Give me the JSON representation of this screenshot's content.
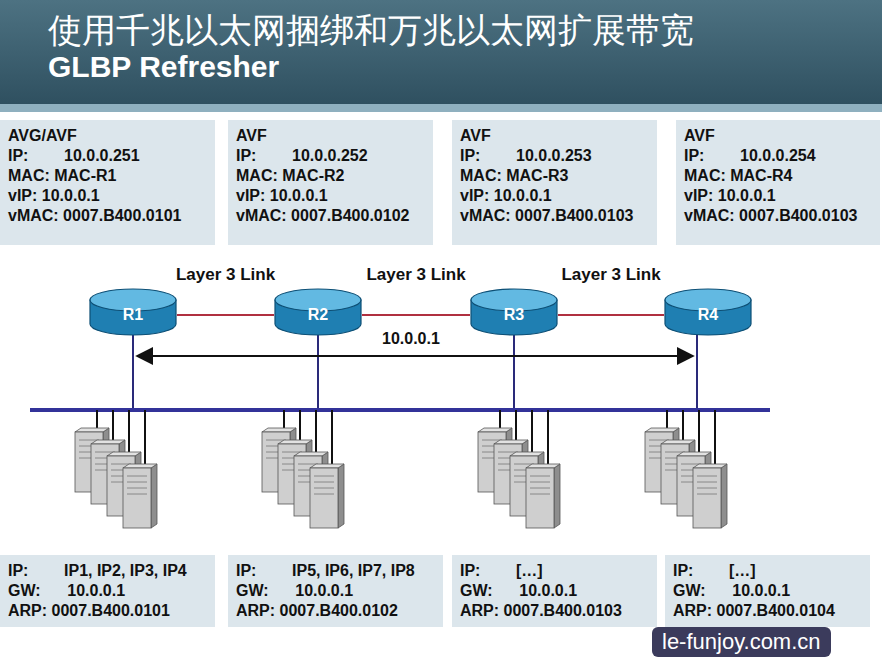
{
  "diagram": {
    "title": "使用千兆以太网捆绑和万兆以太网扩展带宽",
    "nodes": [
      {
        "text": [
          "AVG/AVF",
          "IP:        10.0.0.251",
          "MAC: MAC-R1",
          "vIP: 10.0.0.1",
          "vMAC: 0007.B400.0101"
        ]
      },
      {
        "text": [
          "AVF",
          "IP:        10.0.0.252",
          "MAC: MAC-R2",
          "vIP: 10.0.0.1",
          "vMAC: 0007.B400.0102"
        ]
      },
      {
        "text": [
          "AVF",
          "IP:        10.0.0.253",
          "MAC: MAC-R3",
          "vIP: 10.0.0.1",
          "vMAC: 0007.B400.0103"
        ]
      },
      {
        "text": [
          "AVF",
          "IP:        10.0.0.254",
          "MAC: MAC-R4",
          "vIP: 10.0.0.1",
          "vMAC: 0007.B400.0103"
        ]
      },
      {
        "text": [
          "R1"
        ]
      },
      {
        "text": [
          "R2"
        ]
      },
      {
        "text": [
          "R3"
        ]
      },
      {
        "text": [
          "R4"
        ]
      },
      {
        "text": [
          "IP:        IP1, IP2, IP3, IP4",
          "GW:      10.0.0.1",
          "ARP: 0007.B400.0101"
        ]
      },
      {
        "text": [
          "IP:        IP5, IP6, IP7, IP8",
          "GW:      10.0.0.1",
          "ARP: 0007.B400.0102"
        ]
      },
      {
        "text": [
          "IP:        […]",
          "GW:      10.0.0.1",
          "ARP: 0007.B400.0103"
        ]
      },
      {
        "text": [
          "IP:        […]",
          "GW:      10.0.0.1",
          "ARP: 0007.B400.0104"
        ]
      }
    ],
    "edges": [
      {
        "from": 4,
        "to": 5,
        "label": "Layer 3 Link",
        "arrow": "none"
      },
      {
        "from": 5,
        "to": 6,
        "label": "Layer 3 Link",
        "arrow": "none"
      },
      {
        "from": 6,
        "to": 7,
        "label": "Layer 3 Link",
        "arrow": "none"
      }
    ],
    "labels": [
      "GLBP Refresher",
      "10.0.0.1",
      "le-funjoy.com.cn"
    ]
  }
}
